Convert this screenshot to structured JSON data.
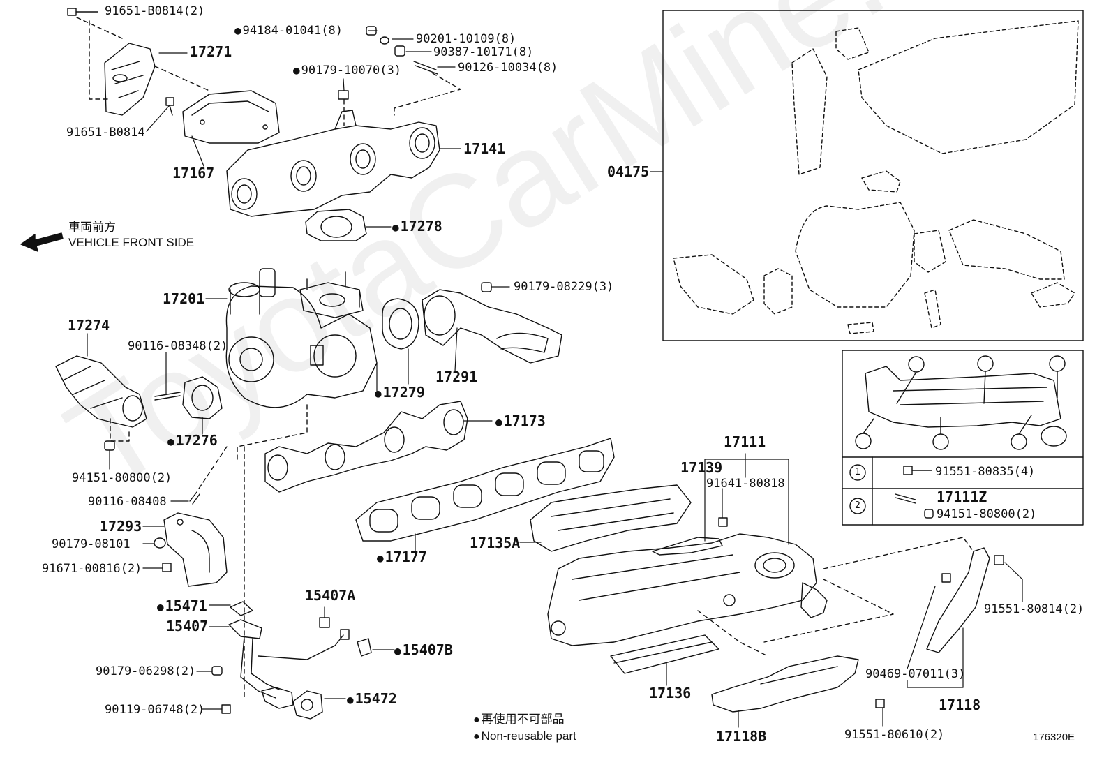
{
  "watermark": "ToyotaCarMine.ru",
  "note": {
    "jp": "再使用不可部品",
    "en": "Non-reusable part"
  },
  "front": {
    "jp": "車両前方",
    "en": "VEHICLE FRONT SIDE"
  },
  "diagram_id": "176320E",
  "legend": [
    {
      "num": "1",
      "part": "91551-80835(4)"
    },
    {
      "num": "2",
      "part_a": "17111Z",
      "part_b": "94151-80800(2)"
    }
  ],
  "labels": {
    "p91651_b0814_2": "91651-B0814(2)",
    "p17271": "17271",
    "p91651_b0814": "91651-B0814",
    "p17167": "17167",
    "p94184": "94184-01041(8)",
    "p90201": "90201-10109(8)",
    "p90387": "90387-10171(8)",
    "p90126": "90126-10034(8)",
    "p90179_10070": "90179-10070(3)",
    "p17141": "17141",
    "p17278": "17278",
    "p04175": "04175",
    "p17201": "17201",
    "p17274": "17274",
    "p90116_08348": "90116-08348(2)",
    "p90179_08229": "90179-08229(3)",
    "p17279": "17279",
    "p17291": "17291",
    "p17276": "17276",
    "p94151_80800": "94151-80800(2)",
    "p17173": "17173",
    "p90116_08408": "90116-08408",
    "p17293": "17293",
    "p90179_08101": "90179-08101",
    "p91671": "91671-00816(2)",
    "p17177": "17177",
    "p17111": "17111",
    "p17139": "17139",
    "p91641": "91641-80818",
    "p17135a": "17135A",
    "p15471": "15471",
    "p15407a": "15407A",
    "p15407": "15407",
    "p15407b": "15407B",
    "p90179_06298": "90179-06298(2)",
    "p15472": "15472",
    "p90119": "90119-06748(2)",
    "p17136": "17136",
    "p91551_80814": "91551-80814(2)",
    "p90469": "90469-07011(3)",
    "p17118": "17118",
    "p17118b": "17118B",
    "p91551_80610": "91551-80610(2)"
  }
}
